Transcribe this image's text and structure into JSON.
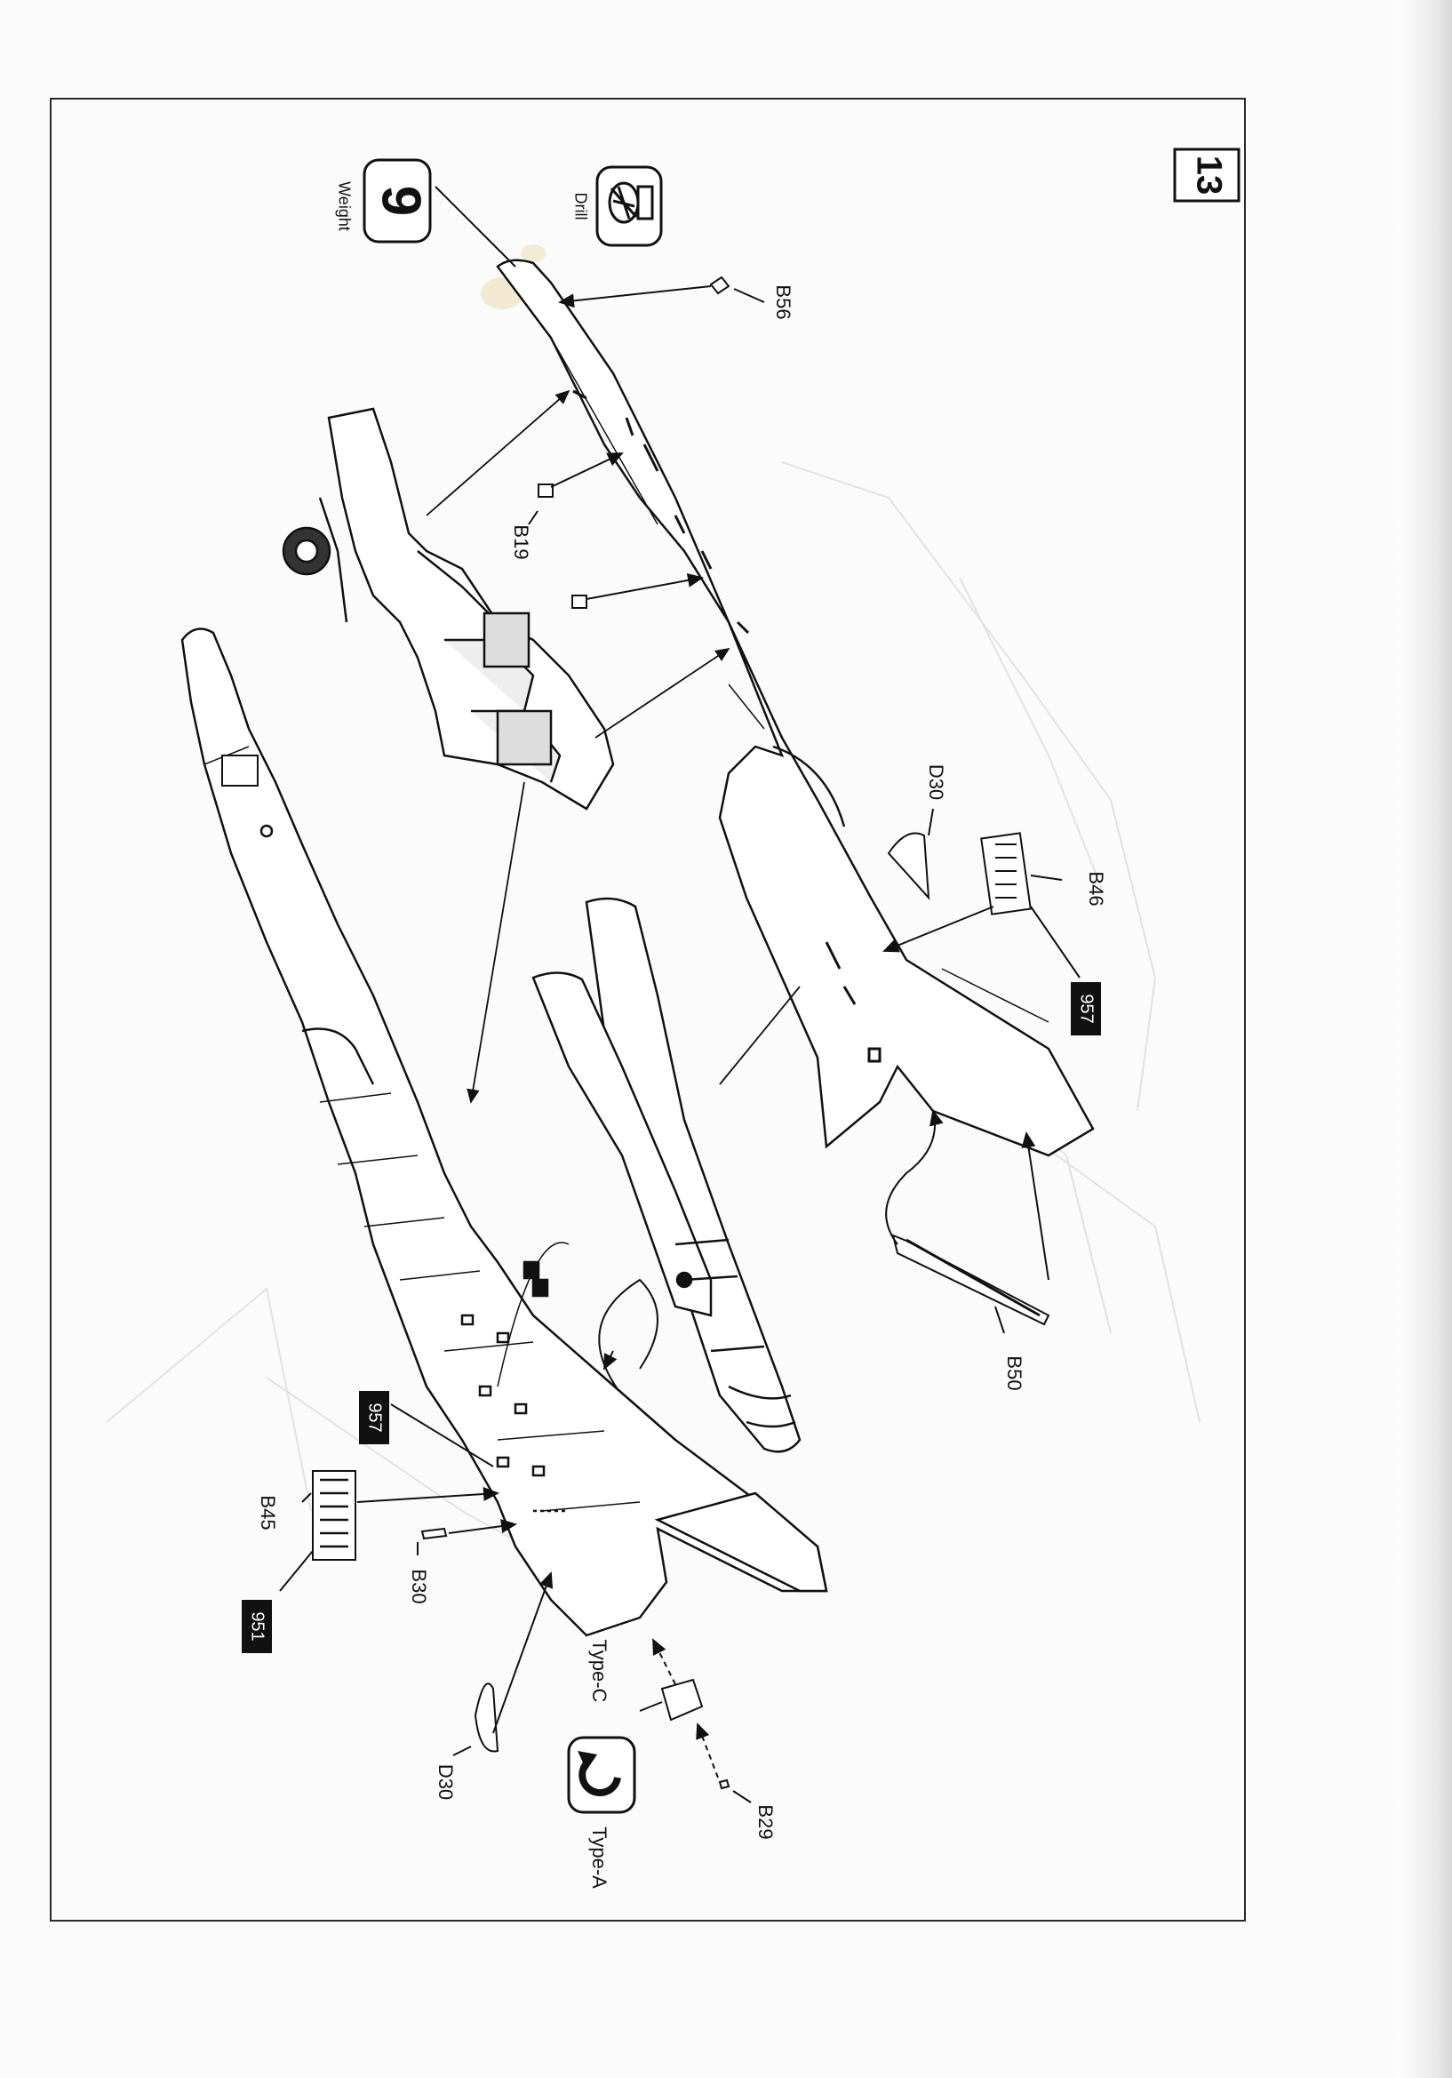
{
  "step": {
    "number": "13"
  },
  "symbols": {
    "drill": {
      "label": "Drill",
      "icon": "drill-icon"
    },
    "weight": {
      "value": "9",
      "label": "Weight",
      "icon": "weight-icon"
    },
    "rotate": {
      "icon": "rotate-icon"
    }
  },
  "parts": {
    "b56": "B56",
    "b19": "B19",
    "d30_top": "D30",
    "b46": "B46",
    "b50": "B50",
    "b45": "B45",
    "b30": "B30",
    "d30_bottom": "D30",
    "b29": "B29"
  },
  "paint_codes": {
    "b46_color": "957",
    "b45_color_a": "957",
    "b45_color_b": "951"
  },
  "variants": {
    "type_c": "Type-C",
    "type_a": "Type-A"
  }
}
